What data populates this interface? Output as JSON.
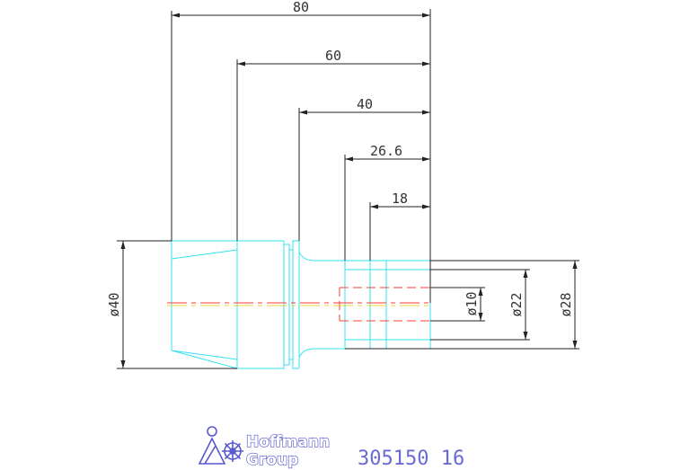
{
  "drawing": {
    "dimensions": {
      "len_80": "80",
      "len_60": "60",
      "len_40": "40",
      "len_26_6": "26.6",
      "len_18": "18",
      "dia_40": "ø40",
      "dia_10": "ø10",
      "dia_22": "ø22",
      "dia_28": "ø28"
    },
    "colors": {
      "outline": "#33e0ee",
      "dimension": "#222222",
      "centerline_red": "#ff3a3a",
      "centerline_yellow": "#e8d23a",
      "brand": "#5858d0"
    }
  },
  "logo": {
    "line1": "Hoffmann",
    "line2": "Group",
    "icon": "hoffmann-emblem-icon"
  },
  "part_number": "305150 16"
}
